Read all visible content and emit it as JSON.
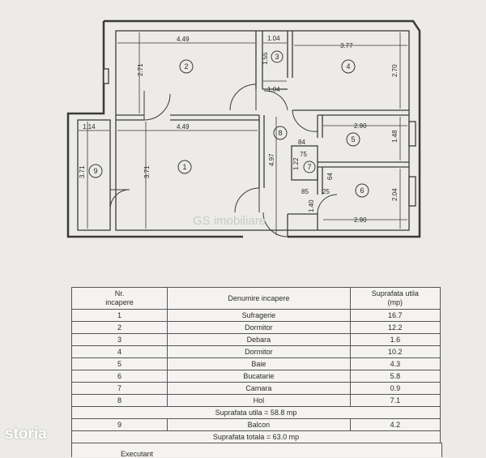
{
  "plan": {
    "watermark": "GS imobiliare",
    "dimensions": {
      "r2_width": "4.49",
      "r2_height": "2.71",
      "r1_width": "4.49",
      "r1_height": "3.71",
      "r9_width": "1.14",
      "r9_height": "3.71",
      "r3_width_top": "1.04",
      "r3_height": "1.55",
      "r3_width_bottom": "1.04",
      "r4_width": "3.77",
      "r4_height": "2.70",
      "r5_width": "2.90",
      "r5_height": "1.48",
      "r6_width": "2.90",
      "r6_height": "2.04",
      "hol_height": "4.97",
      "hol_lower": "1.40",
      "r7_a": "75",
      "r7_b": "84",
      "r7_c": "1.22",
      "r7_d": "64",
      "r7_e": "85",
      "r7_f": "25"
    },
    "room_numbers": [
      "1",
      "2",
      "3",
      "4",
      "5",
      "6",
      "7",
      "8",
      "9"
    ]
  },
  "table": {
    "header": {
      "nr": "Nr.\nincapere",
      "name": "Denumire incapere",
      "area": "Suprafata utila\n(mp)"
    },
    "rows": [
      {
        "nr": "1",
        "name": "Sufragerie",
        "area": "16.7"
      },
      {
        "nr": "2",
        "name": "Dormitor",
        "area": "12.2"
      },
      {
        "nr": "3",
        "name": "Debara",
        "area": "1.6"
      },
      {
        "nr": "4",
        "name": "Dormitor",
        "area": "10.2"
      },
      {
        "nr": "5",
        "name": "Baie",
        "area": "4.3"
      },
      {
        "nr": "6",
        "name": "Bucatarie",
        "area": "5.8"
      },
      {
        "nr": "7",
        "name": "Camara",
        "area": "0.9"
      },
      {
        "nr": "8",
        "name": "Hol",
        "area": "7.1"
      }
    ],
    "subtotal": "Suprafata utila = 58.8  mp",
    "balcony": {
      "nr": "9",
      "name": "Balcon",
      "area": "4.2"
    },
    "total": "Suprafata totala = 63.0  mp",
    "executant": "Executant"
  },
  "brand": {
    "logo": "storia"
  }
}
